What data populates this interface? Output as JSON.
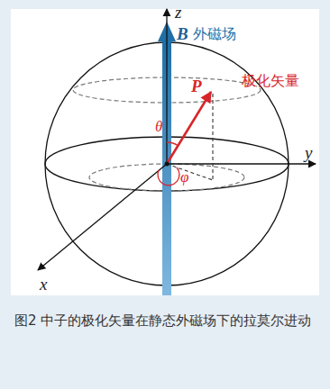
{
  "diagram": {
    "caption": "图2 中子的极化矢量在静态外磁场下的拉莫尔进动",
    "labels": [
      "z",
      "B",
      "外磁场",
      "P",
      "极化矢量",
      "θ",
      "y",
      "φ",
      "x"
    ]
  }
}
